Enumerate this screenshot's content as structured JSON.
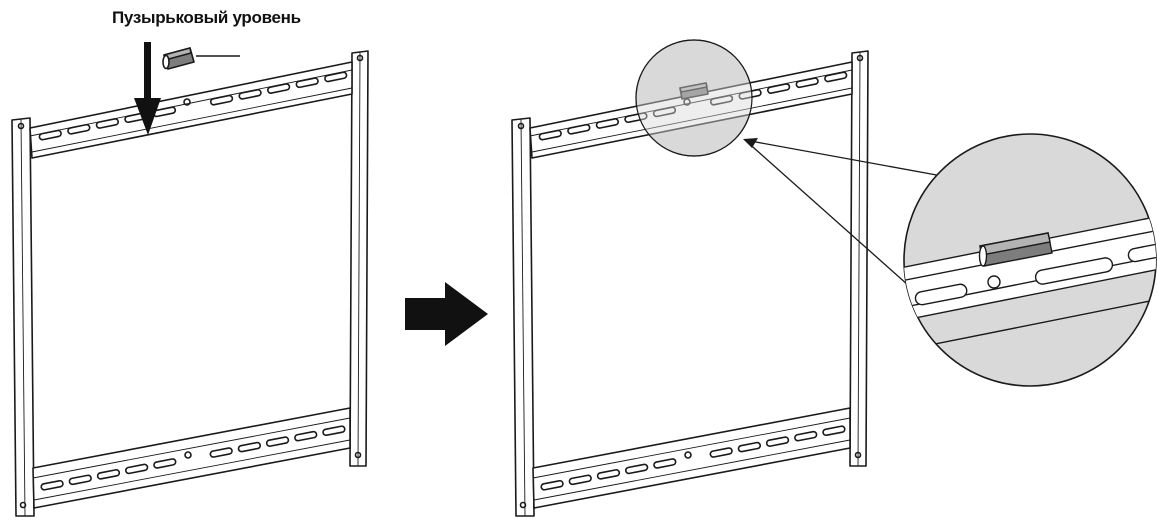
{
  "figure": {
    "callout_label": "Пузырьковый уровень",
    "steps": [
      {
        "name": "place-level"
      },
      {
        "name": "check-level"
      }
    ]
  },
  "colors": {
    "stroke": "#1a1a1a",
    "magnifier_fill": "#d9d9d9",
    "level_body": "#7d7d7d",
    "level_top": "#b3b3b3",
    "arrow": "#111111"
  }
}
